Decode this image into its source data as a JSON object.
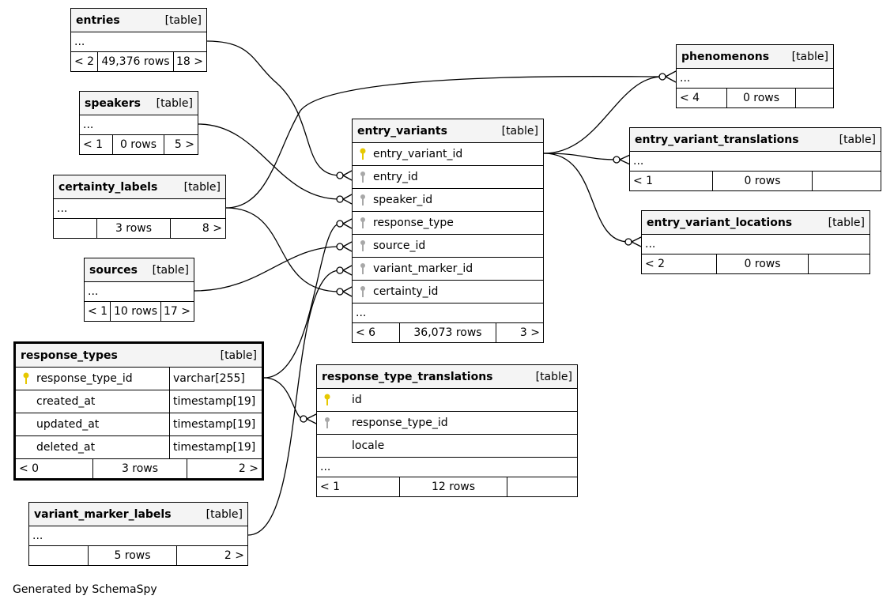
{
  "tables": {
    "entries": {
      "name": "entries",
      "kind": "[table]",
      "ellipsis": "...",
      "foot": [
        "< 2",
        "49,376 rows",
        "18 >"
      ]
    },
    "speakers": {
      "name": "speakers",
      "kind": "[table]",
      "ellipsis": "...",
      "foot": [
        "< 1",
        "0 rows",
        "5 >"
      ]
    },
    "certainty_labels": {
      "name": "certainty_labels",
      "kind": "[table]",
      "ellipsis": "...",
      "foot": [
        "",
        "3 rows",
        "8 >"
      ]
    },
    "sources": {
      "name": "sources",
      "kind": "[table]",
      "ellipsis": "...",
      "foot": [
        "< 1",
        "10 rows",
        "17 >"
      ]
    },
    "response_types": {
      "name": "response_types",
      "kind": "[table]",
      "columns": [
        {
          "name": "response_type_id",
          "type": "varchar[255]",
          "key": "pk"
        },
        {
          "name": "created_at",
          "type": "timestamp[19]",
          "key": ""
        },
        {
          "name": "updated_at",
          "type": "timestamp[19]",
          "key": ""
        },
        {
          "name": "deleted_at",
          "type": "timestamp[19]",
          "key": ""
        }
      ],
      "foot": [
        "< 0",
        "3 rows",
        "2 >"
      ]
    },
    "variant_marker_labels": {
      "name": "variant_marker_labels",
      "kind": "[table]",
      "ellipsis": "...",
      "foot": [
        "",
        "5 rows",
        "2 >"
      ]
    },
    "entry_variants": {
      "name": "entry_variants",
      "kind": "[table]",
      "columns": [
        {
          "name": "entry_variant_id",
          "key": "pk"
        },
        {
          "name": "entry_id",
          "key": "fk"
        },
        {
          "name": "speaker_id",
          "key": "fk"
        },
        {
          "name": "response_type",
          "key": "fk"
        },
        {
          "name": "source_id",
          "key": "fk"
        },
        {
          "name": "variant_marker_id",
          "key": "fk"
        },
        {
          "name": "certainty_id",
          "key": "fk"
        }
      ],
      "ellipsis": "...",
      "foot": [
        "< 6",
        "36,073 rows",
        "3 >"
      ]
    },
    "response_type_translations": {
      "name": "response_type_translations",
      "kind": "[table]",
      "columns": [
        {
          "name": "id",
          "key": "pk"
        },
        {
          "name": "response_type_id",
          "key": "fk"
        },
        {
          "name": "locale",
          "key": ""
        }
      ],
      "ellipsis": "...",
      "foot": [
        "< 1",
        "12 rows",
        ""
      ]
    },
    "phenomenons": {
      "name": "phenomenons",
      "kind": "[table]",
      "ellipsis": "...",
      "foot": [
        "< 4",
        "0 rows",
        ""
      ]
    },
    "entry_variant_translations": {
      "name": "entry_variant_translations",
      "kind": "[table]",
      "ellipsis": "...",
      "foot": [
        "< 1",
        "0 rows",
        ""
      ]
    },
    "entry_variant_locations": {
      "name": "entry_variant_locations",
      "kind": "[table]",
      "ellipsis": "...",
      "foot": [
        "< 2",
        "0 rows",
        ""
      ]
    }
  },
  "generated_by": "Generated by SchemaSpy",
  "colors": {
    "pk_key": "#e6c800",
    "fk_key": "#a8a8a8",
    "header_bg": "#f4f4f4",
    "line": "#000000"
  }
}
